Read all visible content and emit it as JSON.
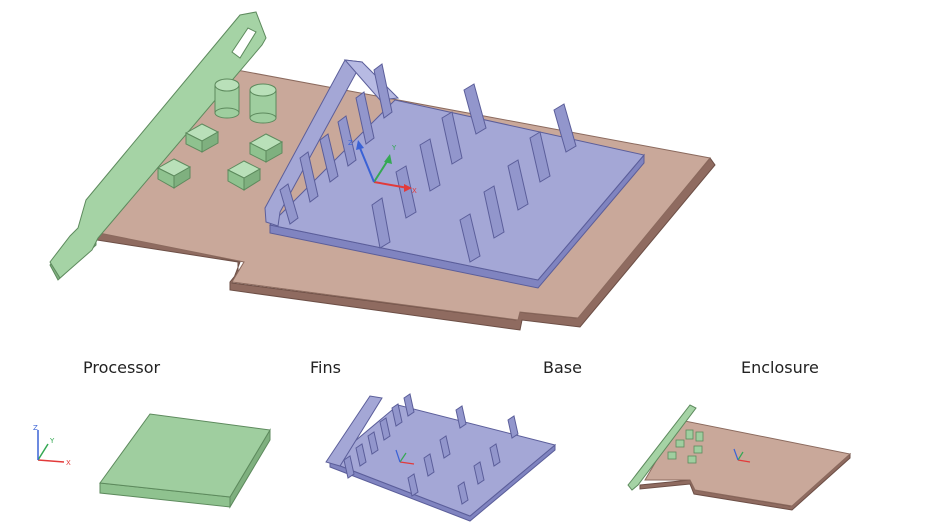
{
  "labels": {
    "processor": "Processor",
    "fins": "Fins",
    "base": "Base",
    "enclosure": "Enclosure"
  },
  "axes": {
    "x": "X",
    "y": "Y",
    "z": "Z"
  },
  "colors": {
    "board": "#c9a89a",
    "board_edge": "#8b6a5e",
    "green": "#9fce9f",
    "green_edge": "#5d8a5d",
    "purple": "#a4a7d6",
    "purple_edge": "#5b5e9a",
    "axis_x": "#e23a3a",
    "axis_y": "#34a853",
    "axis_z": "#3a62d6"
  }
}
